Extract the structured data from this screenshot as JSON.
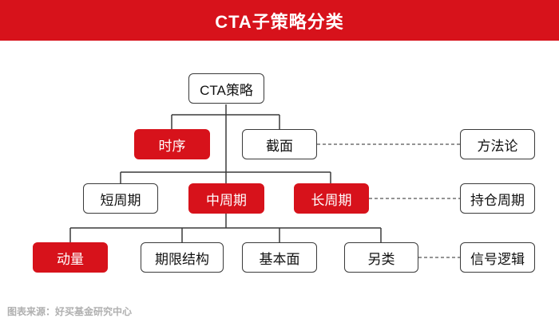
{
  "title": "CTA子策略分类",
  "nodes": {
    "root": "CTA策略",
    "timeseries": "时序",
    "crosssection": "截面",
    "short_period": "短周期",
    "mid_period": "中周期",
    "long_period": "长周期",
    "momentum": "动量",
    "term_structure": "期限结构",
    "fundamental": "基本面",
    "other": "另类"
  },
  "categories": {
    "method": "方法论",
    "holding_period": "持仓周期",
    "signal_logic": "信号逻辑"
  },
  "highlighted": [
    "timeseries",
    "mid_period",
    "long_period",
    "momentum"
  ],
  "source": "图表来源：好买基金研究中心",
  "colors": {
    "accent": "#d7121b",
    "border": "#3a3a3a",
    "caption": "#b0b0b0"
  }
}
